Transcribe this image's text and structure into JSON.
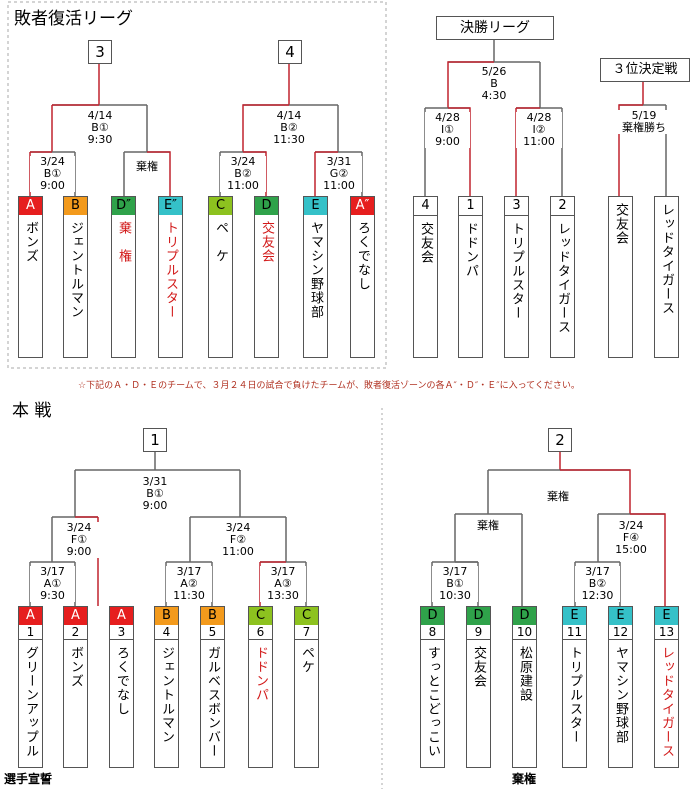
{
  "colors": {
    "A": "#e61e1e",
    "B": "#f39a1c",
    "C": "#8dc21f",
    "D": "#2fa24a",
    "E": "#35c1c8",
    "line_red": "#c0232e",
    "line": "#666666"
  },
  "repechage": {
    "title": "敗者復活リーグ",
    "brackets": [
      {
        "label": "3",
        "final": "4/14\nB①\n9:30",
        "semi1": "3/24\nB①\n9:00",
        "semi2": "棄権"
      },
      {
        "label": "4",
        "final": "4/14\nB②\n11:30",
        "semi1": "3/24\nB②\n11:00",
        "semi2": "3/31\nG②\n11:00"
      }
    ],
    "teams": [
      {
        "tag": "A",
        "name": "ボンズ",
        "red": false
      },
      {
        "tag": "B",
        "name": "ジェントルマン",
        "red": false
      },
      {
        "tag": "D″",
        "name": "棄　権",
        "red": true
      },
      {
        "tag": "E″",
        "name": "トリプルスター",
        "red": true
      },
      {
        "tag": "C",
        "name": "ペ　ケ",
        "red": false
      },
      {
        "tag": "D",
        "name": "交友会",
        "red": true
      },
      {
        "tag": "E",
        "name": "ヤマシン野球部",
        "red": false
      },
      {
        "tag": "A″",
        "name": "ろくでなし",
        "red": false
      }
    ]
  },
  "final_league": {
    "title": "決勝リーグ",
    "final": "5/26\nB\n4:30",
    "semi1": "4/28\nI①\n9:00",
    "semi2": "4/28\nI②\n11:00",
    "teams": [
      {
        "tag": "4",
        "name": "交友会"
      },
      {
        "tag": "1",
        "name": "ドドンパ"
      },
      {
        "tag": "3",
        "name": "トリプルスター"
      },
      {
        "tag": "2",
        "name": "レッドタイガース"
      }
    ]
  },
  "third_place": {
    "title": "３位決定戦",
    "match": "5/19\n棄権勝ち",
    "teams": [
      {
        "name": "交友会"
      },
      {
        "name": "レッドタイガース"
      }
    ]
  },
  "note": "☆下記のＡ・Ｄ・Ｅのチームで、３月２４日の試合で負けたチームが、敗者復活ゾーンの各Ａ″・Ｄ″・Ｅ″に入ってください。",
  "main": {
    "title": "本 戦",
    "bracket1": {
      "label": "1",
      "final": "3/31\nB①\n9:00",
      "semi1": "3/24\nF①\n9:00",
      "semi2": "3/24\nF②\n11:00",
      "q1": "3/17\nA①\n9:30",
      "q2": "3/17\nA②\n11:30",
      "q3": "3/17\nA③\n13:30"
    },
    "bracket2": {
      "label": "2",
      "final": "棄権",
      "semi1": "棄権",
      "semi2": "3/24\nF④\n15:00",
      "q1": "3/17\nB①\n10:30",
      "q2": "3/17\nB②\n12:30"
    },
    "teams": [
      {
        "tag": "A",
        "num": "1",
        "name": "グリーンアップル",
        "red": false
      },
      {
        "tag": "A",
        "num": "2",
        "name": "ボンズ",
        "red": false
      },
      {
        "tag": "A",
        "num": "3",
        "name": "ろくでなし",
        "red": false
      },
      {
        "tag": "B",
        "num": "4",
        "name": "ジェントルマン",
        "red": false
      },
      {
        "tag": "B",
        "num": "5",
        "name": "ガルベスボンバー",
        "red": false
      },
      {
        "tag": "C",
        "num": "6",
        "name": "ドドンパ",
        "red": true
      },
      {
        "tag": "C",
        "num": "7",
        "name": "ペケ",
        "red": false
      },
      {
        "tag": "D",
        "num": "8",
        "name": "すっとこどっこい",
        "red": false
      },
      {
        "tag": "D",
        "num": "9",
        "name": "交友会",
        "red": false
      },
      {
        "tag": "D",
        "num": "10",
        "name": "松原建設",
        "red": false
      },
      {
        "tag": "E",
        "num": "11",
        "name": "トリプルスター",
        "red": false
      },
      {
        "tag": "E",
        "num": "12",
        "name": "ヤマシン野球部",
        "red": false
      },
      {
        "tag": "E",
        "num": "13",
        "name": "レッドタイガース",
        "red": true
      }
    ],
    "oath": "選手宣誓",
    "forfeit_bottom": "棄権"
  }
}
